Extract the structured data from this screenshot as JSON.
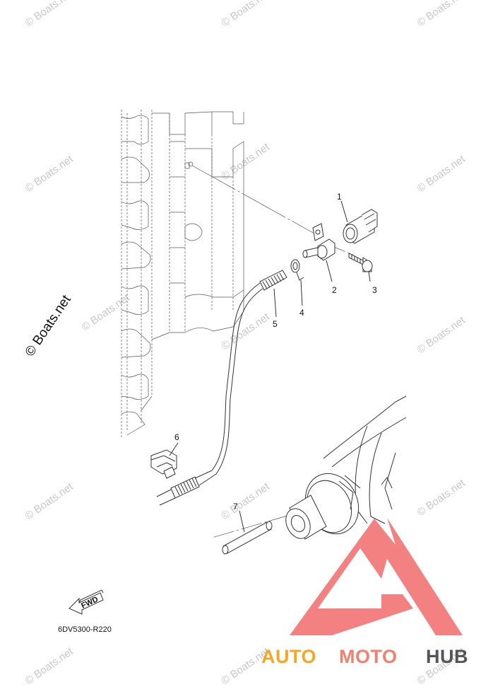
{
  "watermarks": [
    "© Boats.net",
    "© Boats.net",
    "© Boats.net",
    "© Boats.net",
    "© Boats.net",
    "© Boats.net",
    "© Boats.net",
    "© Boats.net",
    "© Boats.net",
    "© Boats.net",
    "© Boats.net",
    "© Boats.net",
    "© Boats.net",
    "© Boats.net",
    "© Boats.net"
  ],
  "side_watermark": "© Boats.net",
  "callouts": [
    "1",
    "2",
    "3",
    "4",
    "5",
    "6",
    "7"
  ],
  "fwd_label": "FWD",
  "diagram_code": "6DV5300-R220",
  "brand": {
    "part_a": "AUTO",
    "part_b": "MOTO",
    "part_c": "HUB",
    "color_a": "#f5a623",
    "color_b": "#f08070",
    "color_c": "#555555",
    "logo_color": "#f26b6b"
  }
}
